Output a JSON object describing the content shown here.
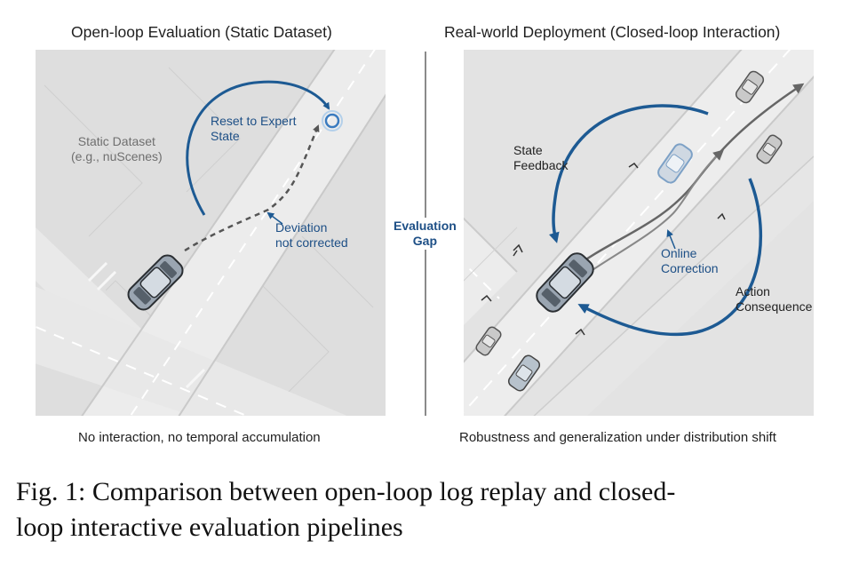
{
  "left_panel": {
    "title": "Open-loop Evaluation (Static Dataset)",
    "dataset_label": "Static Dataset\n(e.g., nuScenes)",
    "reset_label": "Reset to Expert\nState",
    "deviation_label": "Deviation\nnot corrected",
    "footer": "No interaction, no temporal accumulation"
  },
  "center": {
    "gap_label": "Evaluation\nGap"
  },
  "right_panel": {
    "title": "Real-world Deployment (Closed-loop Interaction)",
    "state_feedback_label": "State\nFeedback",
    "online_correction_label": "Online\nCorrection",
    "action_consequence_label": "Action\nConsequence",
    "footer": "Robustness and generalization under distribution shift"
  },
  "caption": {
    "line1": "Fig. 1: Comparison between open-loop log replay and closed-",
    "line2": "loop interactive evaluation pipelines"
  },
  "colors": {
    "arrow_blue": "#1d5a93",
    "label_blue": "#1d4f86",
    "road_grey": "#e9e9e9",
    "ground_grey": "#dcdcdc"
  }
}
